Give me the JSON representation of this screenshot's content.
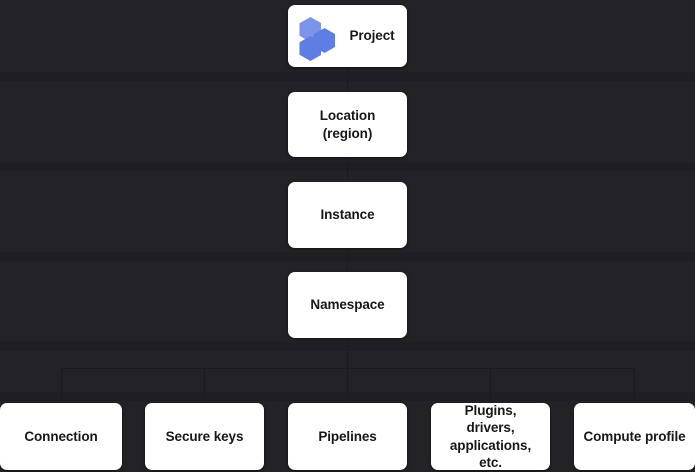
{
  "diagram": {
    "type": "hierarchy-tree",
    "background_color": "#232327",
    "node_fill_color": "#ffffff",
    "node_text_color": "#18181b",
    "logo_color_light": "#7b93e8",
    "logo_color_dark": "#5f7ee3",
    "logo_icon_name": "hexagon-cluster-logo",
    "root": {
      "id": "project",
      "label": "Project",
      "has_logo": true
    },
    "spine": [
      {
        "id": "location",
        "label": "Location\n(region)"
      },
      {
        "id": "instance",
        "label": "Instance"
      },
      {
        "id": "namespace",
        "label": "Namespace"
      }
    ],
    "leaves": [
      {
        "id": "connection",
        "label": "Connection"
      },
      {
        "id": "secure-keys",
        "label": "Secure keys"
      },
      {
        "id": "pipelines",
        "label": "Pipelines"
      },
      {
        "id": "plugins",
        "label": "Plugins, drivers,\napplications, etc."
      },
      {
        "id": "compute-profile",
        "label": "Compute profile"
      }
    ]
  }
}
